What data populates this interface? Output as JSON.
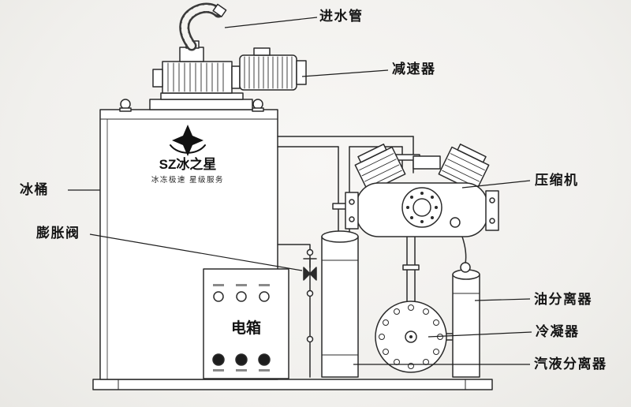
{
  "diagram": {
    "labels": {
      "water_inlet_pipe": "进水管",
      "reducer": "减速器",
      "ice_drum": "冰桶",
      "expansion_valve": "膨胀阀",
      "compressor": "压缩机",
      "oil_separator": "油分离器",
      "condenser": "冷凝器",
      "gas_liquid_separator": "汽液分离器",
      "electric_box": "电箱"
    },
    "logo": {
      "brand": "SZ冰之星",
      "tagline": "冰冻极速 星级服务"
    },
    "colors": {
      "background": "#f1f0ed",
      "line": "#2b2b2b"
    }
  }
}
